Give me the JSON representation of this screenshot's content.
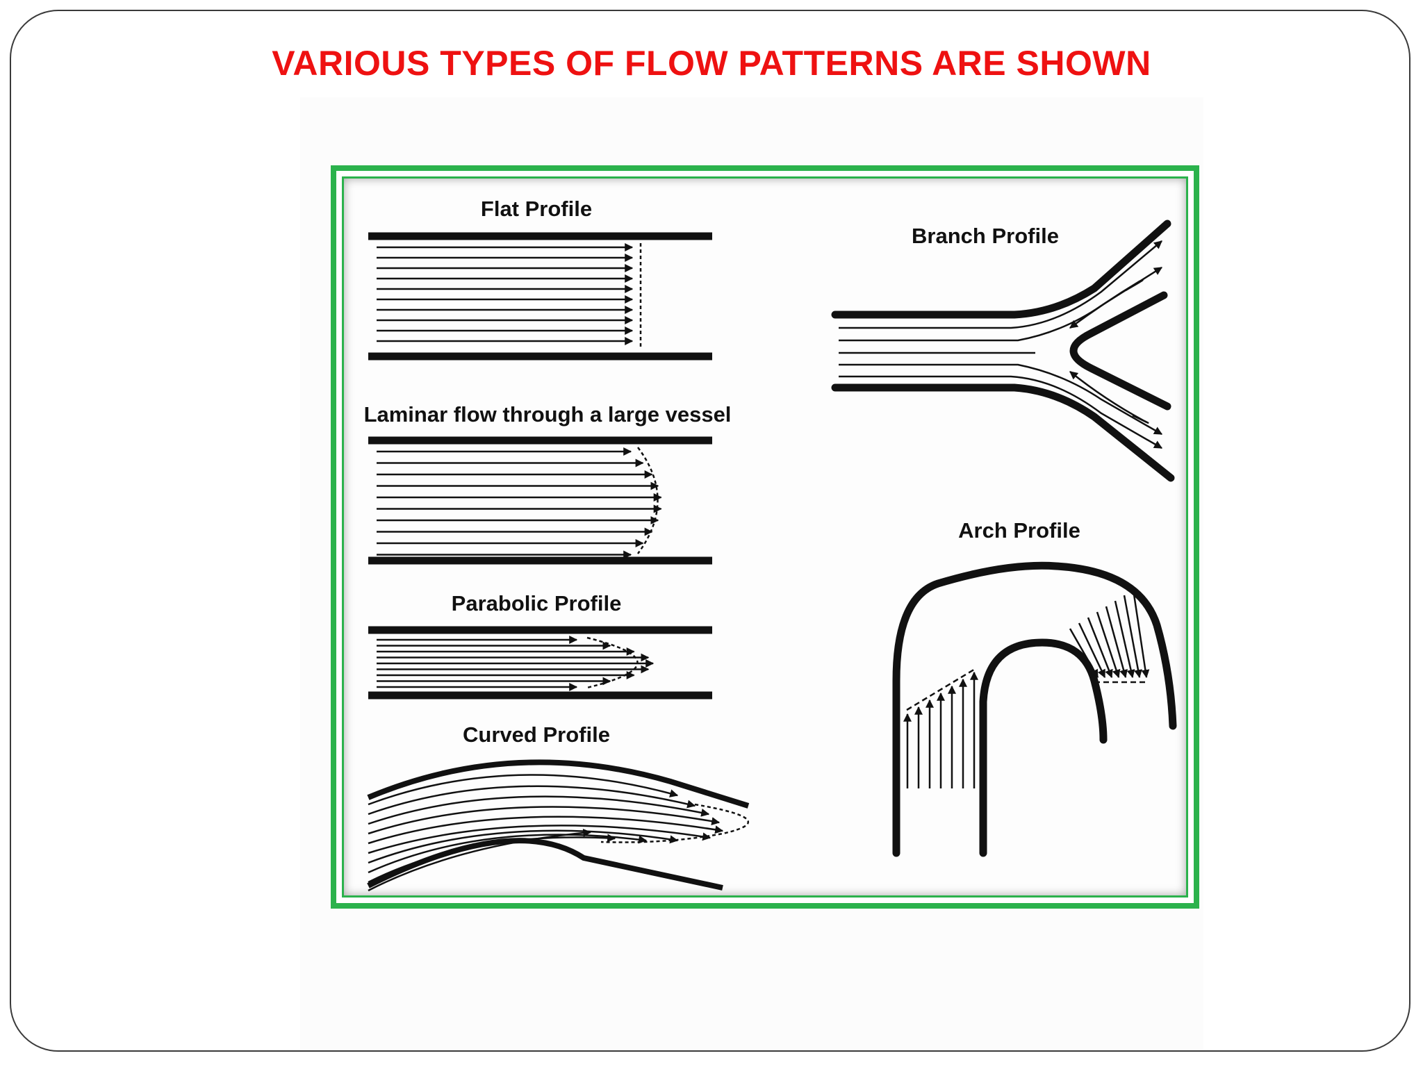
{
  "slide": {
    "title": "VARIOUS TYPES OF FLOW PATTERNS ARE SHOWN",
    "title_color": "#ee1111"
  },
  "figure": {
    "border_color": "#2bb24c",
    "labels": {
      "flat": "Flat Profile",
      "laminar": "Laminar flow through a large vessel",
      "parabolic": "Parabolic Profile",
      "curved": "Curved Profile",
      "branch": "Branch Profile",
      "arch": "Arch Profile"
    }
  }
}
